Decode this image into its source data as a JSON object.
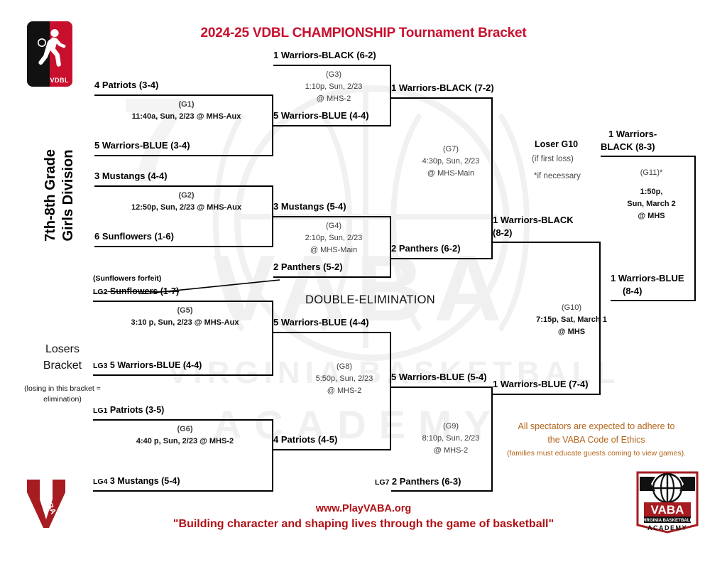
{
  "title": "2024-25 VDBL CHAMPIONSHIP Tournament Bracket",
  "division_label": "7th-8th Grade\nGirls Division",
  "division_line1": "7th-8th Grade",
  "division_line2": "Girls Division",
  "logo_vdbl_label": "VDBL",
  "losers": {
    "label_line1": "Losers",
    "label_line2": "Bracket",
    "note": "(losing in this bracket = elimination)"
  },
  "double_elimination": "DOUBLE-ELIMINATION",
  "forfeit_note": "(Sunflowers forfeit)",
  "loser_g10": "Loser G10",
  "if_first_loss": "(if first loss)",
  "if_necessary": "*if necessary",
  "ethics": {
    "line1": "All spectators are expected to adhere to",
    "line2": "the VABA Code of Ethics",
    "line3": "(families must educate guests coming to view games)."
  },
  "footer": {
    "website": "www.PlayVABA.org",
    "slogan": "\"Building character and shaping lives through the game of basketball\""
  },
  "watermark": {
    "vaba": "VABA",
    "virginia": "VIRGINIA BASKETBALL",
    "academy": "ACADEMY",
    "seven": "7"
  },
  "colors": {
    "title_red": "#c8102e",
    "footer_red": "#b01116",
    "ethics_brown": "#b5651d",
    "line_black": "#000000",
    "info_gray": "#3d3d3d"
  },
  "seeds": {
    "w_patriots_34": "4 Patriots (3-4)",
    "w_warriorsblue_34": "5 Warriors-BLUE (3-4)",
    "w_mustangs_44": "3 Mustangs (4-4)",
    "w_sunflowers_16": "6 Sunflowers (1-6)",
    "w_warriorsblack_62": "1 Warriors-BLACK (6-2)",
    "w_warriorsblue_44": "5 Warriors-BLUE (4-4)",
    "w_mustangs_54": "3 Mustangs (5-4)",
    "w_panthers_52": "2 Panthers (5-2)",
    "w_warriorsblack_72": "1 Warriors-BLACK (7-2)",
    "w_panthers_62": "2 Panthers (6-2)",
    "w_warriorsblack_82_l1": "1 Warriors-BLACK",
    "w_warriorsblack_82_l2": "(8-2)",
    "champ_l1": "1 Warriors-",
    "champ_l2": "BLACK (8-3)",
    "runner_l1": "1 Warriors-BLUE",
    "runner_l2": "(8-4)",
    "l_sunflowers_pre": "LG2",
    "l_sunflowers": "Sunflowers (1-7)",
    "l_warriorsblue_pre": "LG3",
    "l_warriorsblue": "5 Warriors-BLUE (4-4)",
    "l_patriots_pre": "LG1",
    "l_patriots": "Patriots (3-5)",
    "l_mustangs_pre": "LG4",
    "l_mustangs": "3 Mustangs (5-4)",
    "l_warriorsblue_44b": "5 Warriors-BLUE (4-4)",
    "l_patriots_45": "4 Patriots (4-5)",
    "l_warriorsblue_54": "5 Warriors-BLUE (5-4)",
    "l_panthers_pre": "LG7",
    "l_panthers_63": "2 Panthers (6-3)",
    "l_warriorsblue_74": "1 Warriors-BLUE (7-4)"
  },
  "games": [
    {
      "id": "G1",
      "gid": "(G1)",
      "when": "11:40a, Sun, 2/23 @ MHS-Aux",
      "when2": "",
      "style": "single"
    },
    {
      "id": "G2",
      "gid": "(G2)",
      "when": "12:50p, Sun, 2/23 @ MHS-Aux",
      "when2": "",
      "style": "single"
    },
    {
      "id": "G3",
      "gid": "(G3)",
      "when": "1:10p, Sun, 2/23",
      "when2": "@ MHS-2",
      "style": "double"
    },
    {
      "id": "G4",
      "gid": "(G4)",
      "when": "2:10p, Sun, 2/23",
      "when2": "@ MHS-Main",
      "style": "double"
    },
    {
      "id": "G5",
      "gid": "(G5)",
      "when": "3:10 p, Sun, 2/23 @ MHS-Aux",
      "when2": "",
      "style": "single"
    },
    {
      "id": "G6",
      "gid": "(G6)",
      "when": "4:40 p, Sun, 2/23 @ MHS-2",
      "when2": "",
      "style": "single"
    },
    {
      "id": "G7",
      "gid": "(G7)",
      "when": "4:30p, Sun, 2/23",
      "when2": "@ MHS-Main",
      "style": "double"
    },
    {
      "id": "G8",
      "gid": "(G8)",
      "when": "5:50p, Sun, 2/23",
      "when2": "@ MHS-2",
      "style": "double"
    },
    {
      "id": "G9",
      "gid": "(G9)",
      "when": "8:10p, Sun, 2/23",
      "when2": "@ MHS-2",
      "style": "double"
    },
    {
      "id": "G10",
      "gid": "(G10)",
      "when": "7:15p, Sat, March 1",
      "when2": "@ MHS",
      "style": "double"
    },
    {
      "id": "G11",
      "gid": "(G11)*",
      "when": "1:50p,",
      "when2": "Sun, March 2",
      "when3": "@ MHS",
      "style": "triple"
    }
  ],
  "game_map": {
    "g1": {
      "gid": "(G1)",
      "l1": "11:40a, Sun, 2/23 @ MHS-Aux"
    },
    "g2": {
      "gid": "(G2)",
      "l1": "12:50p, Sun, 2/23 @ MHS-Aux"
    },
    "g3": {
      "gid": "(G3)",
      "l1": "1:10p, Sun, 2/23",
      "l2": "@ MHS-2"
    },
    "g4": {
      "gid": "(G4)",
      "l1": "2:10p, Sun, 2/23",
      "l2": "@ MHS-Main"
    },
    "g5": {
      "gid": "(G5)",
      "l1": "3:10 p, Sun, 2/23 @ MHS-Aux"
    },
    "g6": {
      "gid": "(G6)",
      "l1": "4:40 p, Sun, 2/23 @ MHS-2"
    },
    "g7": {
      "gid": "(G7)",
      "l1": "4:30p, Sun, 2/23",
      "l2": "@ MHS-Main"
    },
    "g8": {
      "gid": "(G8)",
      "l1": "5:50p, Sun, 2/23",
      "l2": "@ MHS-2"
    },
    "g9": {
      "gid": "(G9)",
      "l1": "8:10p, Sun, 2/23",
      "l2": "@ MHS-2"
    },
    "g10": {
      "gid": "(G10)",
      "l1": "7:15p, Sat, March 1",
      "l2": "@ MHS"
    },
    "g11": {
      "gid": "(G11)*",
      "l1": "1:50p,",
      "l2": "Sun, March 2",
      "l3": "@ MHS"
    }
  },
  "vaba_logo": {
    "v_text": "VABA",
    "academy_main": "VABA",
    "academy_sub": "VIRGINIA BASKETBALL",
    "academy_word": "ACADEMY"
  }
}
